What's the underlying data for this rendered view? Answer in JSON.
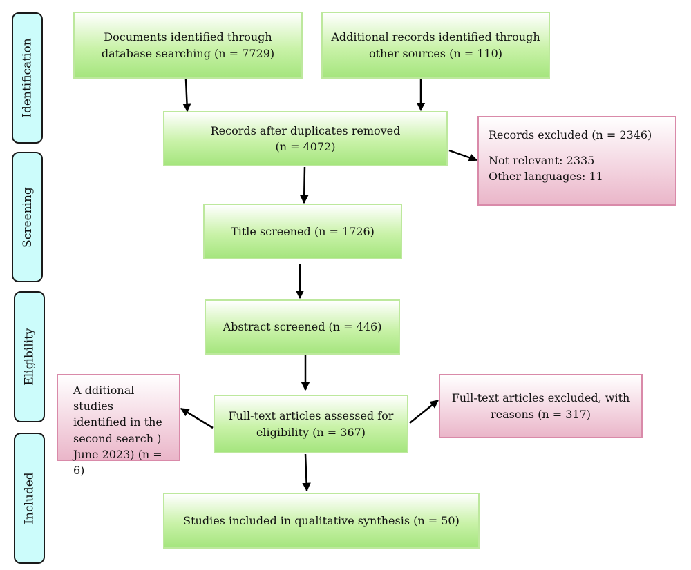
{
  "phases": {
    "identification": "Identification",
    "screening": "Screening",
    "eligibility": "Eligibility",
    "included": "Included"
  },
  "boxes": {
    "database": [
      "Documents identified through",
      "database searching (n = 7729)"
    ],
    "other_sources": [
      "Additional records identified through",
      "other sources (n = 110)"
    ],
    "duplicates_removed": [
      "Records after duplicates removed",
      "(n = 4072)"
    ],
    "records_excluded": {
      "title": "Records excluded (n = 2346)",
      "line1": "Not relevant: 2335",
      "line2": "Other languages: 11"
    },
    "title_screened": "Title screened (n = 1726)",
    "abstract_screened": "Abstract screened (n = 446)",
    "full_text_assessed": [
      "Full-text articles assessed for",
      "eligibility (n = 367)"
    ],
    "additional_studies": [
      "A dditional studies",
      "identified in the",
      "second search )",
      "June 2023) (n = 6)"
    ],
    "full_text_excluded": [
      "Full-text articles excluded, with",
      "reasons (n = 317)"
    ],
    "included": "Studies included in qualitative synthesis (n = 50)"
  }
}
